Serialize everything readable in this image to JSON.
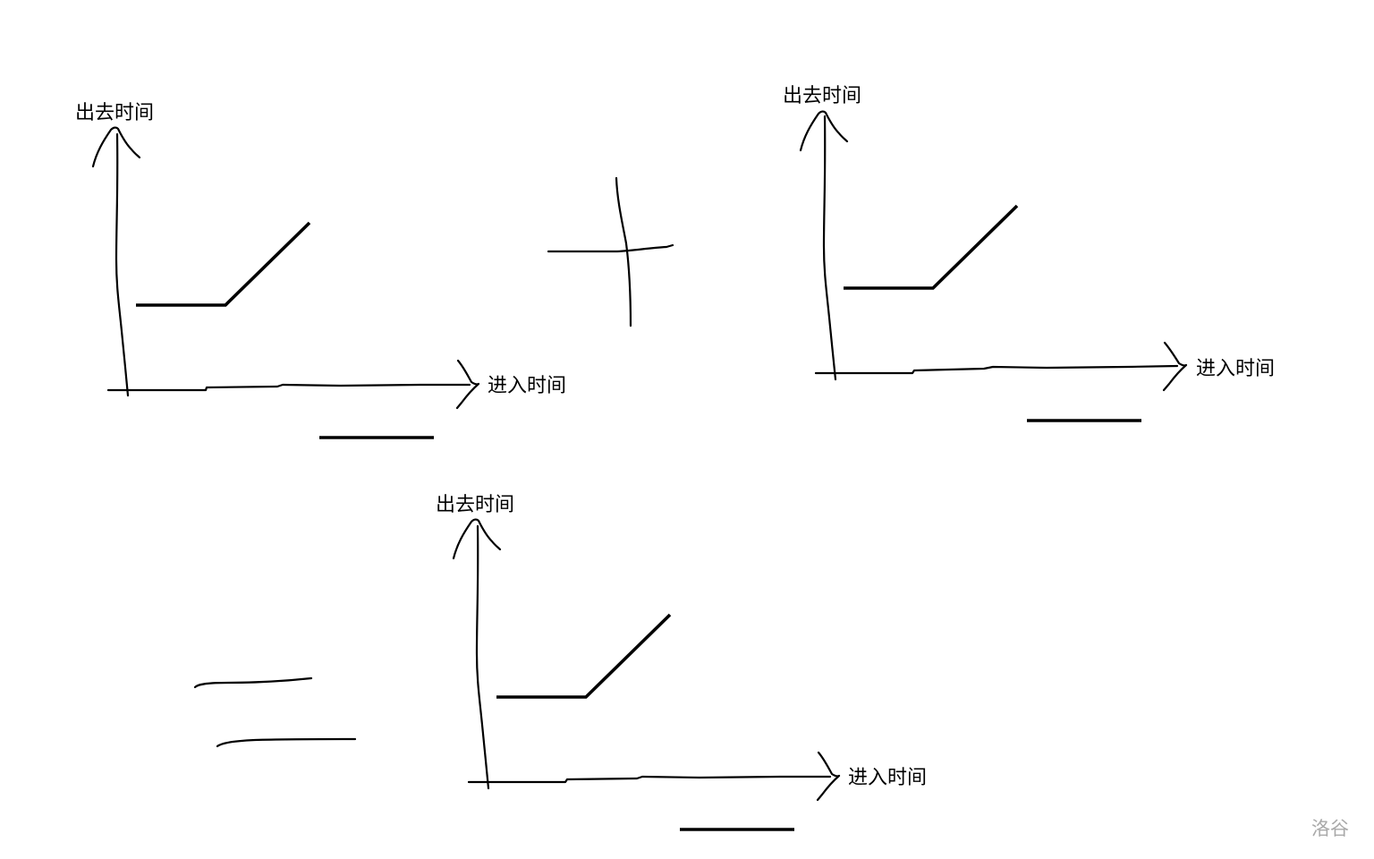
{
  "graphs": [
    {
      "y_axis_label": "出去时间",
      "x_axis_label": "进入时间"
    },
    {
      "y_axis_label": "出去时间",
      "x_axis_label": "进入时间"
    },
    {
      "y_axis_label": "出去时间",
      "x_axis_label": "进入时间"
    }
  ],
  "operators": {
    "plus": "+",
    "equals": "="
  },
  "watermark": "洛谷",
  "colors": {
    "ink": "#000000",
    "background": "#ffffff",
    "watermark": "#a9a9a9"
  }
}
